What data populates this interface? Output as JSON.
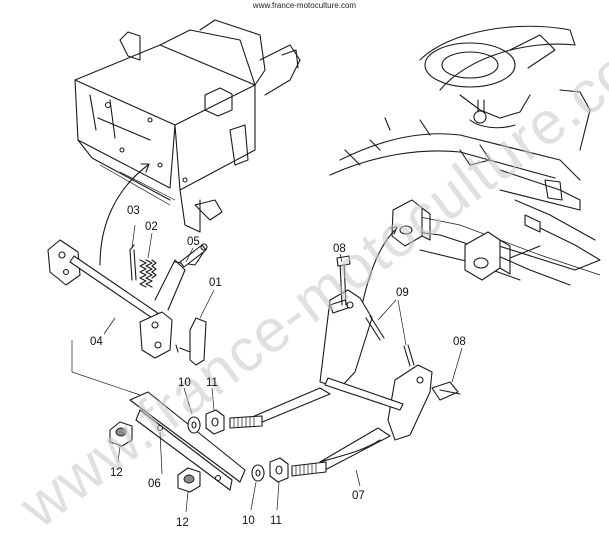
{
  "source": "www.france-motoculture.com",
  "watermark": "www.france-motoculture.com",
  "labels": {
    "p01": "01",
    "p02": "02",
    "p03": "03",
    "p04": "04",
    "p05": "05",
    "p06": "06",
    "p07": "07",
    "p08a": "08",
    "p08b": "08",
    "p09": "09",
    "p10a": "10",
    "p10b": "10",
    "p11a": "11",
    "p11b": "11",
    "p12a": "12",
    "p12b": "12"
  }
}
